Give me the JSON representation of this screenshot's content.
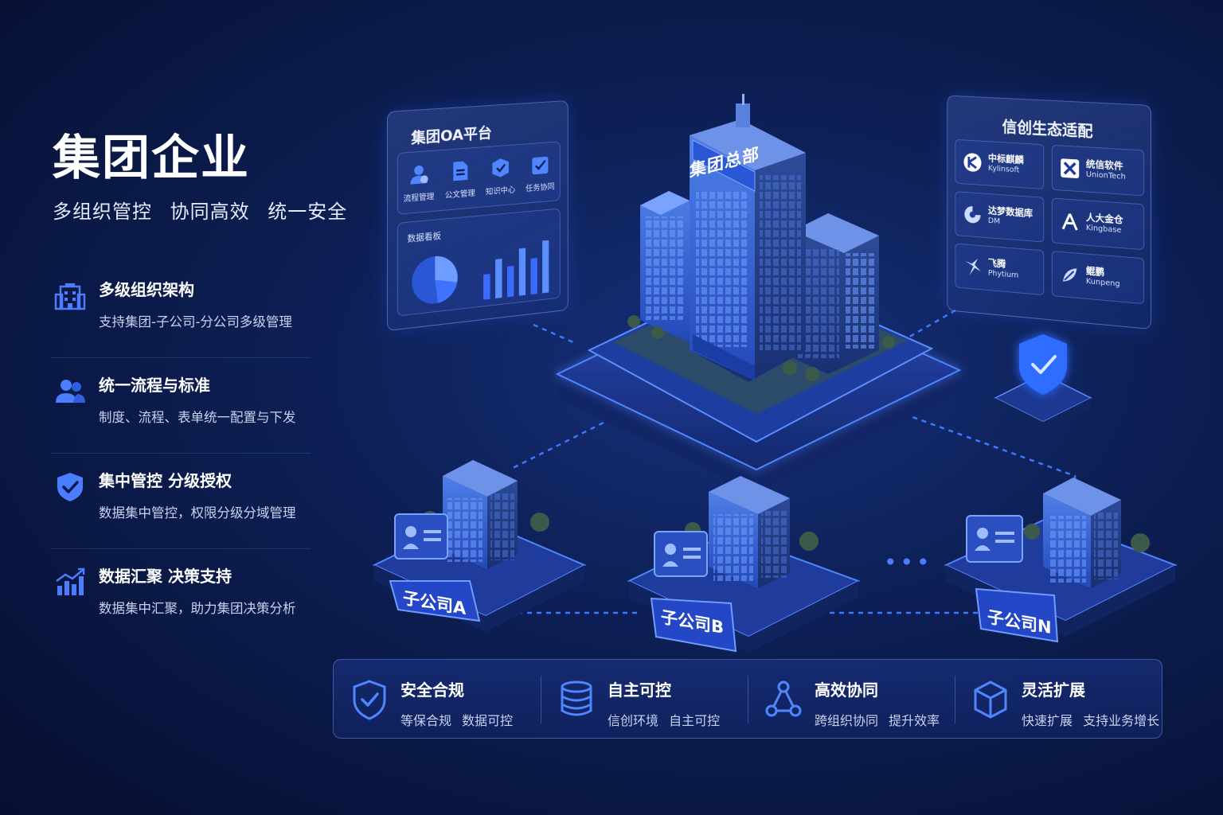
{
  "title": "集团企业",
  "subtitle": "多组织管控  协同高效  统一安全",
  "features": [
    {
      "icon": "building-icon",
      "title": "多级组织架构",
      "desc": "支持集团-子公司-分公司多级管理"
    },
    {
      "icon": "users-icon",
      "title": "统一流程与标准",
      "desc": "制度、流程、表单统一配置与下发"
    },
    {
      "icon": "shield-check-icon",
      "title": "集中管控  分级授权",
      "desc": "数据集中管控，权限分级分域管理"
    },
    {
      "icon": "bar-chart-icon",
      "title": "数据汇聚  决策支持",
      "desc": "数据集中汇聚，助力集团决策分析"
    }
  ],
  "oa_panel": {
    "title": "集团OA平台",
    "modules": [
      {
        "icon": "process-user-icon",
        "label": "流程管理"
      },
      {
        "icon": "document-icon",
        "label": "公文管理"
      },
      {
        "icon": "knowledge-box-icon",
        "label": "知识中心"
      },
      {
        "icon": "task-check-icon",
        "label": "任务协同"
      }
    ],
    "board_title": "数据看板",
    "bar_levels": [
      0.45,
      0.7,
      0.55,
      0.85,
      0.65,
      0.95
    ]
  },
  "hq": {
    "label": "集团总部"
  },
  "ecosystem": {
    "title": "信创生态适配",
    "items": [
      {
        "cn": "中标麒麟",
        "en": "Kylinsoft",
        "icon": "kylin-icon"
      },
      {
        "cn": "统信软件",
        "en": "UnionTech",
        "icon": "uniontech-icon"
      },
      {
        "cn": "达梦数据库",
        "en": "DM  ",
        "icon": "dm-icon"
      },
      {
        "cn": "人大金仓",
        "en": "Kingbase",
        "icon": "kingbase-icon"
      },
      {
        "cn": "飞腾",
        "en": "Phytium",
        "icon": "phytium-icon"
      },
      {
        "cn": "鲲鹏",
        "en": "Kunpeng",
        "icon": "kunpeng-icon"
      }
    ]
  },
  "subsidiaries": [
    {
      "label": "子公司A"
    },
    {
      "label": "子公司B"
    },
    {
      "label": "子公司N"
    }
  ],
  "ellipsis": "•••",
  "benefits": [
    {
      "icon": "shield-check-icon",
      "title": "安全合规",
      "desc": "等保合规  数据可控"
    },
    {
      "icon": "database-icon",
      "title": "自主可控",
      "desc": "信创环境  自主可控"
    },
    {
      "icon": "network-icon",
      "title": "高效协同",
      "desc": "跨组织协同  提升效率"
    },
    {
      "icon": "cube-icon",
      "title": "灵活扩展",
      "desc": "快速扩展  支持业务增长"
    }
  ],
  "colors": {
    "accent": "#3a6cff",
    "glow": "#4f86ff",
    "background": "#0b1a4c"
  }
}
